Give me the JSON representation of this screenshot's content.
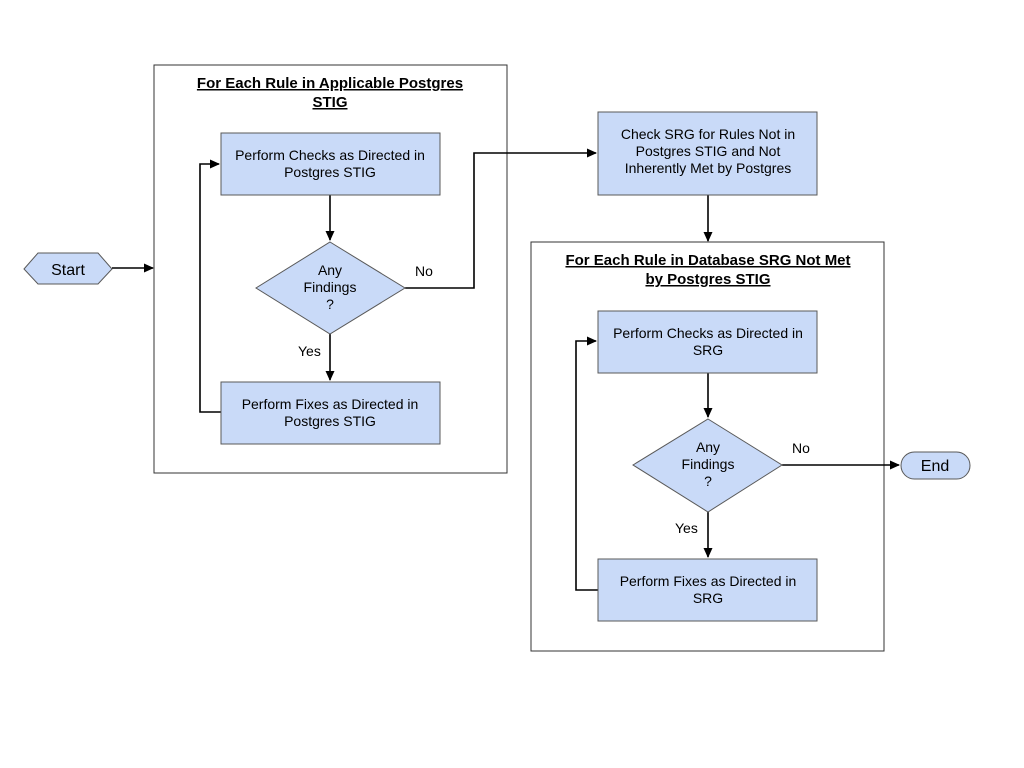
{
  "colors": {
    "process_fill": "#c9daf8",
    "terminal_fill": "#c9daf8",
    "stroke": "#595959",
    "edge": "#000000",
    "container_stroke": "#333333"
  },
  "containers": [
    {
      "id": "stig-loop",
      "title_lines": [
        "For Each Rule in Applicable Postgres",
        "STIG"
      ]
    },
    {
      "id": "srg-loop",
      "title_lines": [
        "For Each Rule in Database SRG Not Met",
        "by Postgres STIG"
      ]
    }
  ],
  "nodes": {
    "start": {
      "shape": "hexagon",
      "label": "Start"
    },
    "stig_checks": {
      "shape": "process",
      "lines": [
        "Perform Checks as Directed in",
        "Postgres STIG"
      ]
    },
    "stig_decision": {
      "shape": "decision",
      "lines": [
        "Any",
        "Findings",
        "?"
      ]
    },
    "stig_fixes": {
      "shape": "process",
      "lines": [
        "Perform Fixes as Directed in",
        "Postgres STIG"
      ]
    },
    "check_srg": {
      "shape": "process",
      "lines": [
        "Check SRG for Rules Not in",
        "Postgres STIG and Not",
        "Inherently Met by Postgres"
      ]
    },
    "srg_checks": {
      "shape": "process",
      "lines": [
        "Perform Checks as Directed in",
        "SRG"
      ]
    },
    "srg_decision": {
      "shape": "decision",
      "lines": [
        "Any",
        "Findings",
        "?"
      ]
    },
    "srg_fixes": {
      "shape": "process",
      "lines": [
        "Perform Fixes as Directed in",
        "SRG"
      ]
    },
    "end": {
      "shape": "terminal",
      "label": "End"
    }
  },
  "edges": [
    {
      "from": "start",
      "to": "stig_checks",
      "label": ""
    },
    {
      "from": "stig_checks",
      "to": "stig_decision",
      "label": ""
    },
    {
      "from": "stig_decision",
      "to": "check_srg",
      "label": "No"
    },
    {
      "from": "stig_decision",
      "to": "stig_fixes",
      "label": "Yes"
    },
    {
      "from": "stig_fixes",
      "to": "stig_checks",
      "label": ""
    },
    {
      "from": "check_srg",
      "to": "srg_checks",
      "label": ""
    },
    {
      "from": "srg_checks",
      "to": "srg_decision",
      "label": ""
    },
    {
      "from": "srg_decision",
      "to": "end",
      "label": "No"
    },
    {
      "from": "srg_decision",
      "to": "srg_fixes",
      "label": "Yes"
    },
    {
      "from": "srg_fixes",
      "to": "srg_checks",
      "label": ""
    }
  ]
}
